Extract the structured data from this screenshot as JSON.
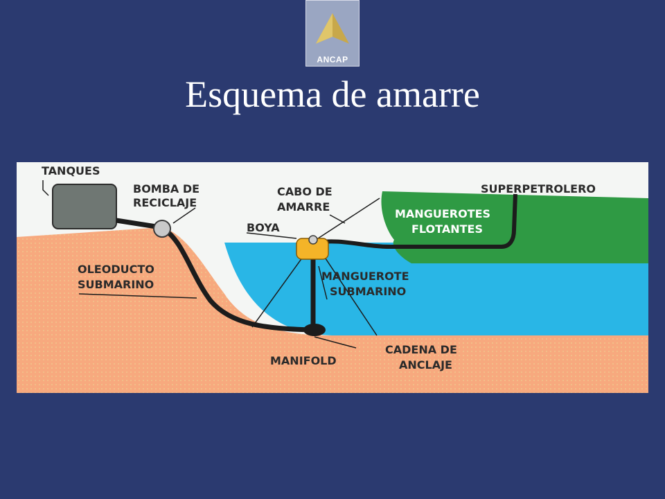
{
  "logo": {
    "text": "ANCAP",
    "colors": {
      "box": "#9aa6c2",
      "triangle": "#c8a84a"
    }
  },
  "title": "Esquema de amarre",
  "diagram": {
    "labels": {
      "tanques": "TANQUES",
      "bomba_line1": "BOMBA DE",
      "bomba_line2": "RECICLAJE",
      "cabo_line1": "CABO DE",
      "cabo_line2": "AMARRE",
      "boya": "BOYA",
      "superpetrolero": "SUPERPETROLERO",
      "mangueras_flot_line1": "MANGUEROTES",
      "mangueras_flot_line2": "FLOTANTES",
      "oleoducto_line1": "OLEODUCTO",
      "oleoducto_line2": "SUBMARINO",
      "manguerote_sub_line1": "MANGUEROTE",
      "manguerote_sub_line2": "SUBMARINO",
      "manifold": "MANIFOLD",
      "cadena_line1": "CADENA DE",
      "cadena_line2": "ANCLAJE"
    },
    "colors": {
      "sky": "#f4f6f4",
      "sea": "#29b6e6",
      "seabed": "#f7a97e",
      "ship": "#2f9a44",
      "buoy": "#f4b428",
      "tank": "#6f7773",
      "pipe": "#1c1c1c"
    }
  }
}
